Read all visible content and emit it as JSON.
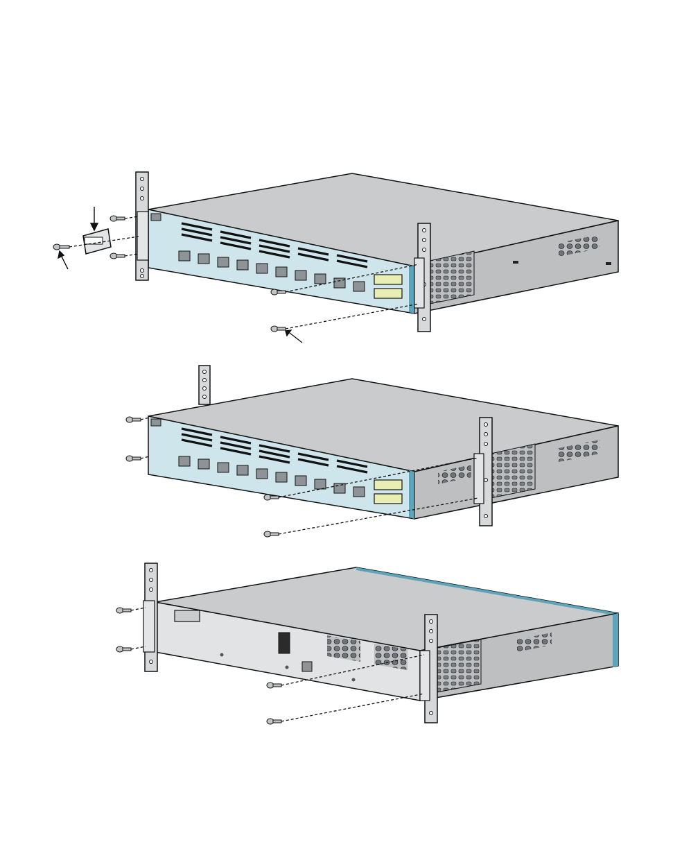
{
  "figure": {
    "title": "",
    "panels": [
      {
        "id": "front-mount-with-cable-guide",
        "view": "front",
        "cable_guide": true,
        "rack_position": "front-flush"
      },
      {
        "id": "front-mount-recessed",
        "view": "front",
        "cable_guide": false,
        "rack_position": "recessed"
      },
      {
        "id": "rear-mount",
        "view": "rear",
        "cable_guide": false,
        "rack_position": "rear-flush"
      }
    ]
  },
  "device": {
    "front_ports_count": 10,
    "front_module_slots": 2,
    "vent_rows": 5,
    "vent_columns": 6
  },
  "hardware": {
    "screws_per_side": 2,
    "icons": [
      "phillips-screw-icon",
      "cable-guide-icon",
      "callout-arrow-icon",
      "rack-rail-icon"
    ]
  },
  "colors": {
    "chassis_top": "#c9cbcd",
    "chassis_side": "#bdbfc1",
    "front_panel": "#cfe5ec",
    "front_panel_edge": "#5fa3b8",
    "port": "#8e9397",
    "outline": "#111111",
    "rail": "#d7d9db",
    "module_slot": "#e9eeb4"
  }
}
